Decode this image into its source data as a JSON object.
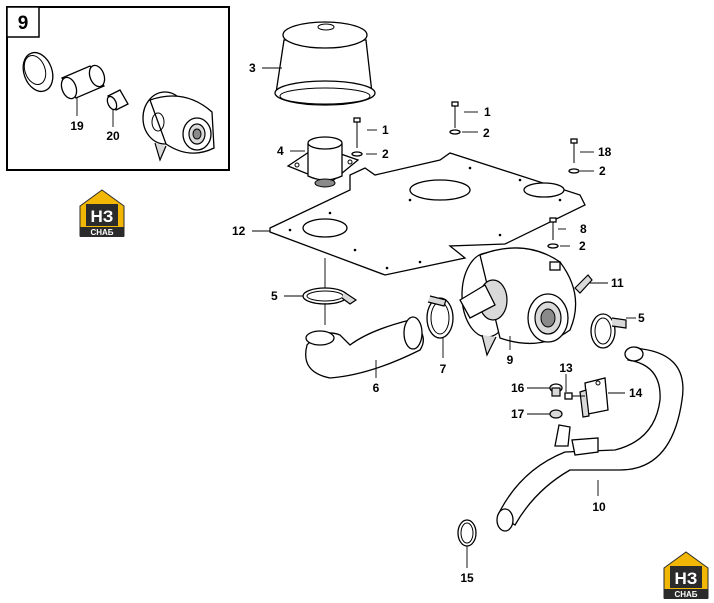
{
  "inset": {
    "number": "9"
  },
  "logo": {
    "letters": "НЗ",
    "subtitle": "СНАБ",
    "color_yellow": "#f2b705",
    "color_dark": "#2b2b2b"
  },
  "callouts": [
    {
      "id": "c1a",
      "label": "1"
    },
    {
      "id": "c2a",
      "label": "2"
    },
    {
      "id": "c1b",
      "label": "1"
    },
    {
      "id": "c2b",
      "label": "2"
    },
    {
      "id": "c18",
      "label": "18"
    },
    {
      "id": "c2c",
      "label": "2"
    },
    {
      "id": "c3",
      "label": "3"
    },
    {
      "id": "c4",
      "label": "4"
    },
    {
      "id": "c12",
      "label": "12"
    },
    {
      "id": "c8",
      "label": "8"
    },
    {
      "id": "c2d",
      "label": "2"
    },
    {
      "id": "c11",
      "label": "11"
    },
    {
      "id": "c5a",
      "label": "5"
    },
    {
      "id": "c5b",
      "label": "5"
    },
    {
      "id": "c7",
      "label": "7"
    },
    {
      "id": "c9",
      "label": "9"
    },
    {
      "id": "c6",
      "label": "6"
    },
    {
      "id": "c13",
      "label": "13"
    },
    {
      "id": "c16",
      "label": "16"
    },
    {
      "id": "c14",
      "label": "14"
    },
    {
      "id": "c17",
      "label": "17"
    },
    {
      "id": "c10",
      "label": "10"
    },
    {
      "id": "c15",
      "label": "15"
    },
    {
      "id": "c19",
      "label": "19"
    },
    {
      "id": "c20",
      "label": "20"
    }
  ]
}
